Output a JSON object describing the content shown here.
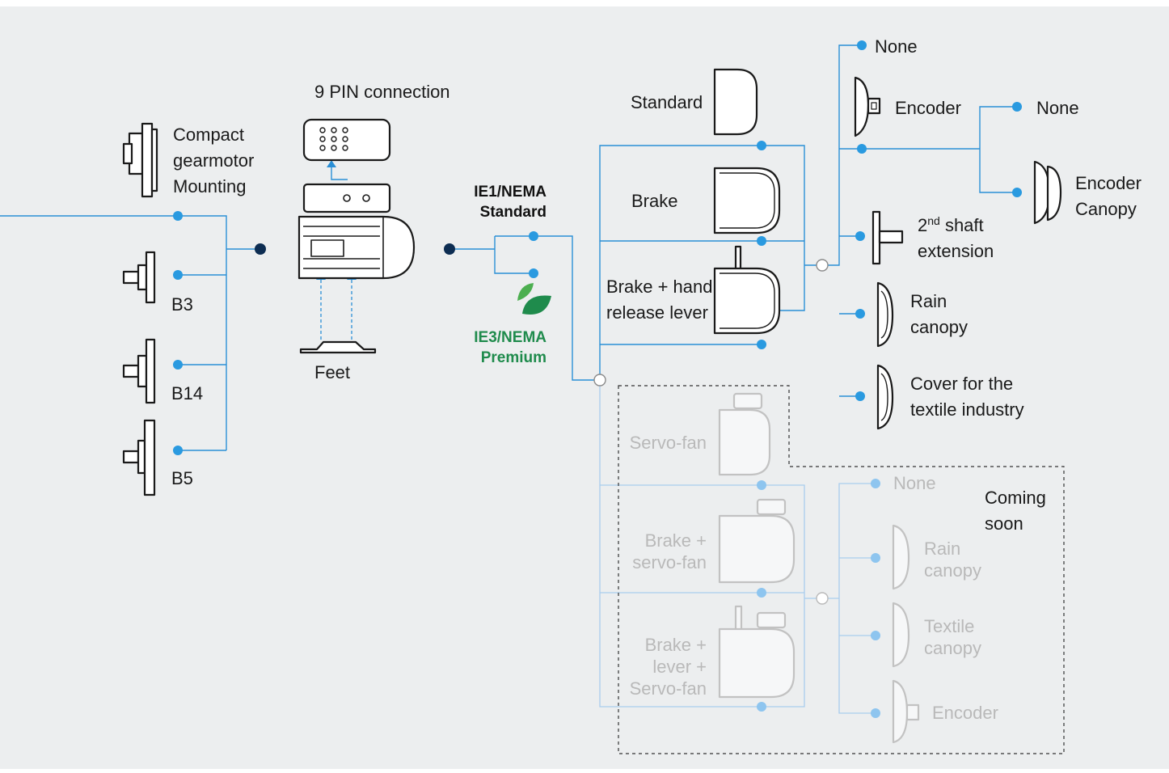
{
  "colors": {
    "background": "#eceeef",
    "line": "#2a8fd6",
    "line_dim": "#a9cdee",
    "dot": "#2a9ae0",
    "dot_dark": "#0d2d52",
    "dot_dim": "#8ec5ef",
    "premium_green": "#1f8b4c",
    "text": "#1a1a1a",
    "text_dim": "#b9b9b9"
  },
  "mounting": {
    "compact": [
      "Compact",
      "gearmotor",
      "Mounting"
    ],
    "b3": "B3",
    "b14": "B14",
    "b5": "B5"
  },
  "motor": {
    "pin_connection": "9 PIN connection",
    "feet": "Feet"
  },
  "efficiency": {
    "ie1": [
      "IE1/NEMA",
      "Standard"
    ],
    "ie3": [
      "IE3/NEMA",
      "Premium"
    ],
    "ie3_icon": "leaf-icon"
  },
  "rear_options": {
    "standard": "Standard",
    "brake": "Brake",
    "brake_hand": [
      "Brake + hand",
      "release lever"
    ]
  },
  "accessories": {
    "none": "None",
    "encoder": "Encoder",
    "encoder_sub_none": "None",
    "encoder_canopy": [
      "Encoder",
      "Canopy"
    ],
    "shaft_ext": [
      "2",
      "nd",
      " shaft",
      "extension"
    ],
    "rain_canopy": [
      "Rain",
      "canopy"
    ],
    "textile_cover": [
      "Cover for the",
      "textile industry"
    ]
  },
  "coming_soon": {
    "label": [
      "Coming",
      "soon"
    ],
    "servo_fan": "Servo-fan",
    "brake_servo": [
      "Brake +",
      "servo-fan"
    ],
    "brake_lever_servo": [
      "Brake +",
      "lever +",
      "Servo-fan"
    ],
    "none": "None",
    "rain_canopy": [
      "Rain",
      "canopy"
    ],
    "textile_canopy": [
      "Textile",
      "canopy"
    ],
    "encoder": "Encoder"
  }
}
